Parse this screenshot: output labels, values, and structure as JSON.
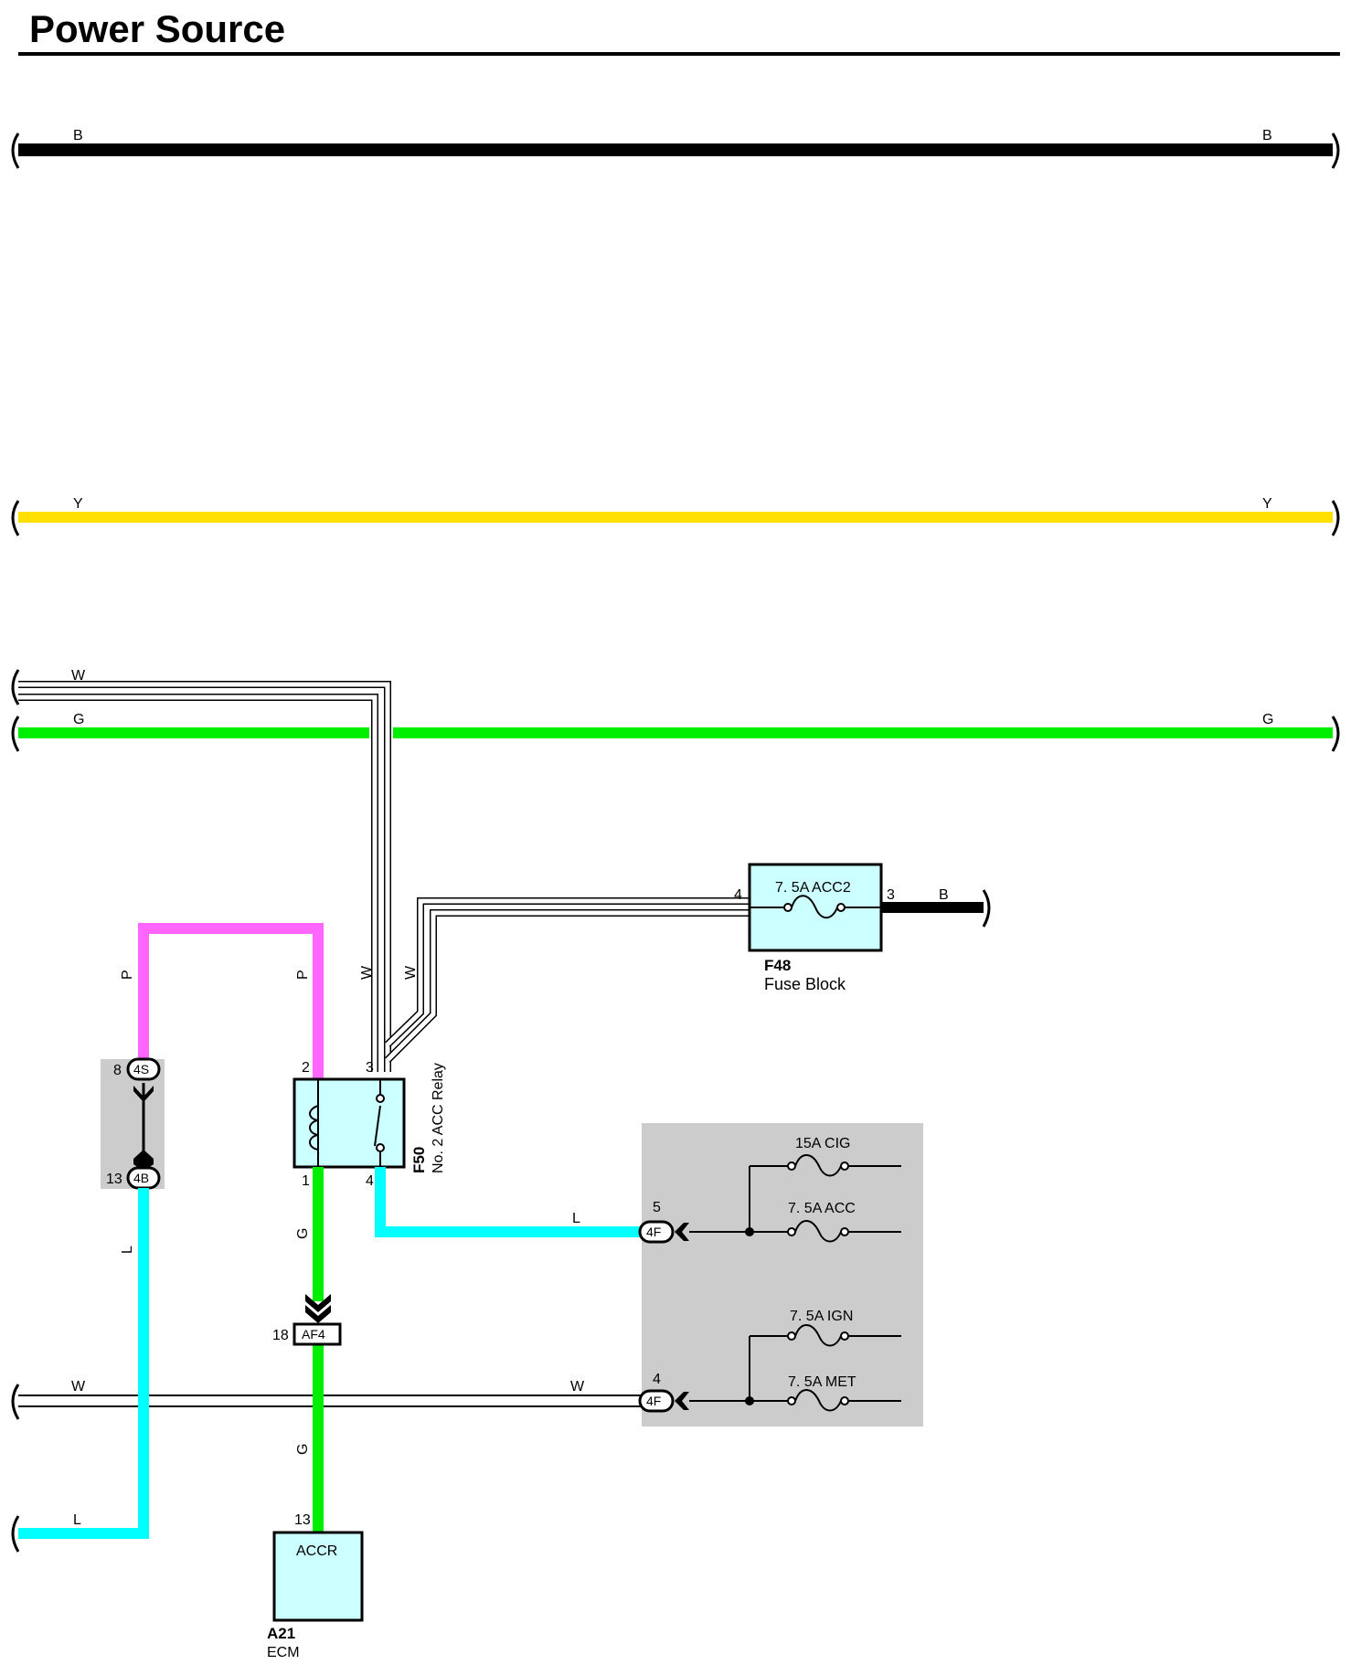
{
  "title": "Power Source",
  "colors": {
    "B": "#000000",
    "Y": "#ffe000",
    "G": "#00ee00",
    "W": "#ffffff",
    "P": "#ff66ff",
    "L": "#00ffff",
    "component_fill": "#ccffff",
    "shade": "#cccccc"
  },
  "wires": {
    "bus_b": {
      "left_label": "B",
      "right_label": "B"
    },
    "bus_y": {
      "left_label": "Y",
      "right_label": "Y"
    },
    "bus_w_top": {
      "label": "W"
    },
    "bus_g": {
      "left_label": "G",
      "right_label": "G"
    },
    "w_relay_left": "W",
    "w_relay_right": "W",
    "p_left": "P",
    "p_right": "P",
    "l_left": "L",
    "l_relay_out": "L",
    "g_relay_out": "G",
    "g_ecm": "G",
    "w_bottom_left": "W",
    "w_bottom_right": "W",
    "l_bottom": "L",
    "b_fuse_out": "B"
  },
  "components": {
    "fuse_f48": {
      "code": "F48",
      "name": "Fuse Block",
      "fuse": "7. 5A ACC2",
      "pin_in": "4",
      "pin_out": "3"
    },
    "relay_f50": {
      "code": "F50",
      "name": "No. 2 ACC Relay",
      "pins": {
        "p2": "2",
        "p3": "3",
        "p1": "1",
        "p4": "4"
      }
    },
    "ecm_a21": {
      "code": "A21",
      "name": "ECM",
      "terminal": "ACCR",
      "pin": "13"
    }
  },
  "connectors": {
    "c4s": {
      "id": "4S",
      "pin": "8"
    },
    "c4b": {
      "id": "4B",
      "pin": "13"
    },
    "af4": {
      "id": "AF4",
      "pin": "18"
    },
    "c4f_upper": {
      "id": "4F",
      "pin": "5"
    },
    "c4f_lower": {
      "id": "4F",
      "pin": "4"
    }
  },
  "junction_block": {
    "fuses": [
      "15A CIG",
      "7. 5A ACC",
      "7. 5A IGN",
      "7. 5A MET"
    ]
  }
}
